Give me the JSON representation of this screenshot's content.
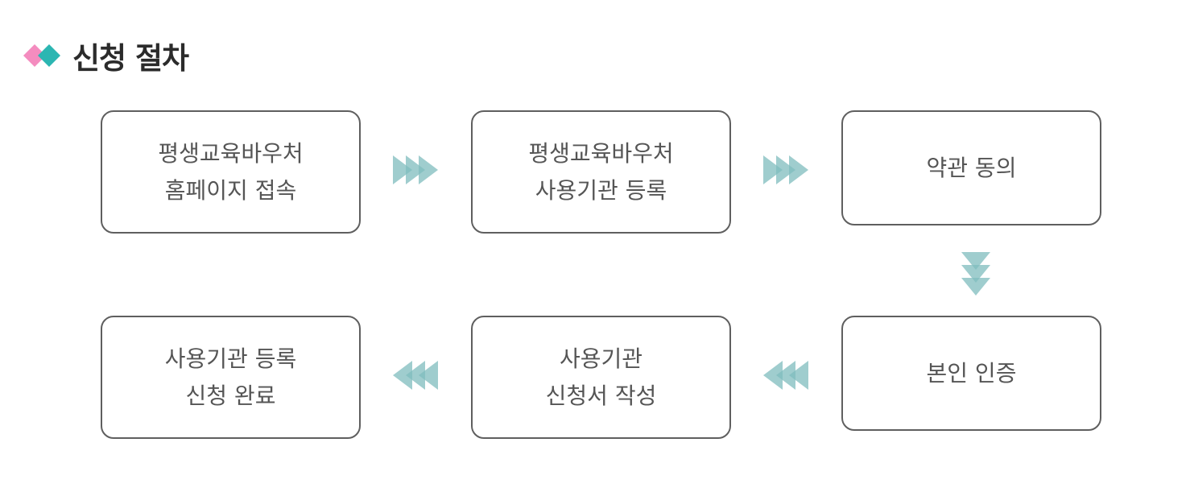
{
  "heading": {
    "title": "신청 절차",
    "icon": "double-diamond-icon",
    "diamond_colors": [
      "#f48cbf",
      "#2cb6b2"
    ]
  },
  "arrow_color": "#7fbcbd",
  "steps": [
    {
      "line1": "평생교육바우처",
      "line2": "홈페이지 접속"
    },
    {
      "line1": "평생교육바우처",
      "line2": "사용기관 등록"
    },
    {
      "line1": "약관 동의",
      "line2": ""
    },
    {
      "line1": "본인 인증",
      "line2": ""
    },
    {
      "line1": "사용기관",
      "line2": "신청서 작성"
    },
    {
      "line1": "사용기관 등록",
      "line2": "신청 완료"
    }
  ]
}
